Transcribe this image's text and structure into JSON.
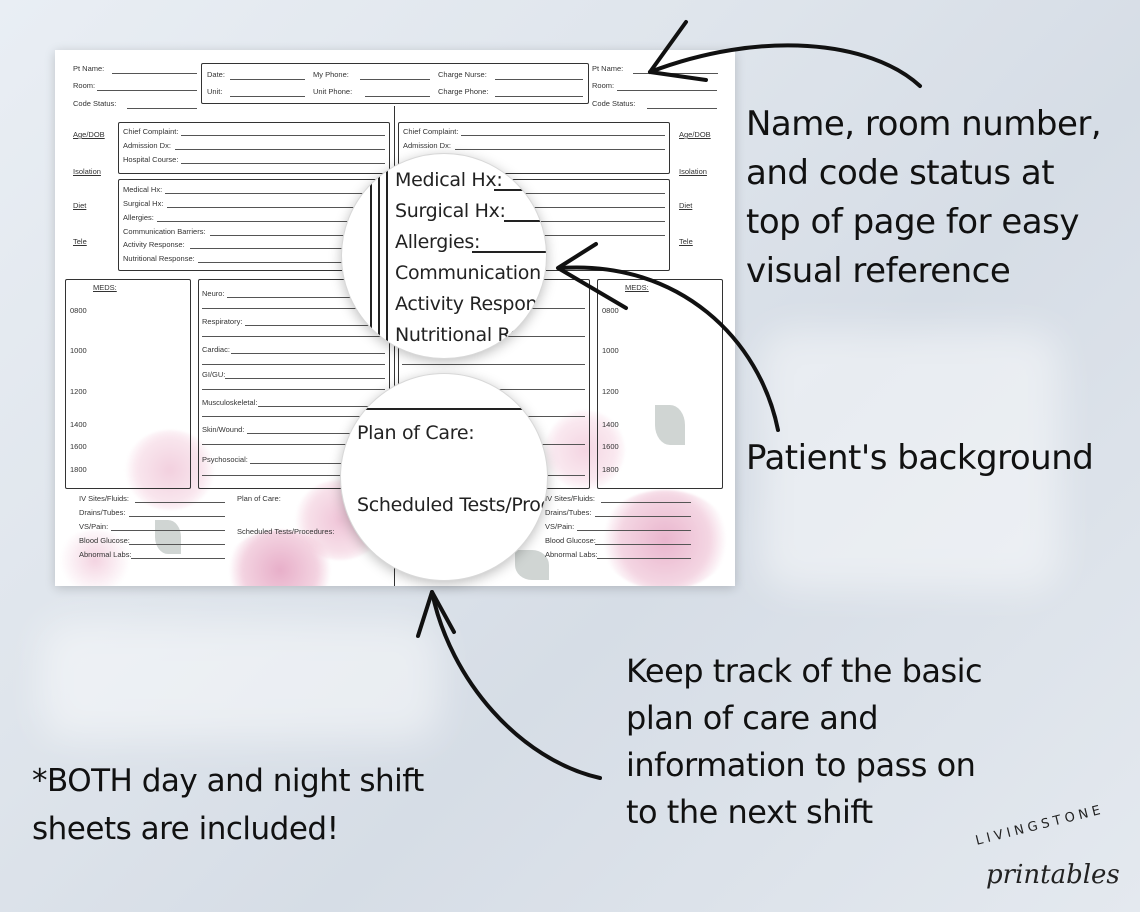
{
  "sheet": {
    "left_header": {
      "pt_name": "Pt Name:",
      "room": "Room:",
      "code_status": "Code Status:"
    },
    "right_header": {
      "pt_name": "Pt Name:",
      "room": "Room:",
      "code_status": "Code Status:"
    },
    "center_header": {
      "date": "Date:",
      "my_phone": "My Phone:",
      "charge_nurse": "Charge Nurse:",
      "unit": "Unit:",
      "unit_phone": "Unit Phone:",
      "charge_phone": "Charge Phone:"
    },
    "side_labels": {
      "age_dob": "Age/DOB",
      "isolation": "Isolation",
      "diet": "Diet",
      "tele": "Tele"
    },
    "complaint_fields": [
      "Chief Complaint:",
      "Admission Dx:",
      "Hospital Course:"
    ],
    "history_fields": [
      "Medical Hx:",
      "Surgical Hx:",
      "Allergies:",
      "Communication Barriers:",
      "Activity Response:",
      "Nutritional Response:"
    ],
    "meds": {
      "title": "MEDS:",
      "times": [
        "0800",
        "1000",
        "1200",
        "1400",
        "1600",
        "1800"
      ]
    },
    "meds_right": {
      "title": "MEDS:",
      "times": [
        "0800",
        "1000",
        "1200",
        "1400",
        "1600",
        "1800"
      ]
    },
    "systems": [
      "Neuro:",
      "Respiratory:",
      "Cardiac:",
      "GI/GU:",
      "Musculoskeletal:",
      "Skin/Wound:",
      "Psychosocial:"
    ],
    "bottom_fields": [
      "IV Sites/Fluids:",
      "Drains/Tubes:",
      "VS/Pain:",
      "Blood Glucose:",
      "Abnormal Labs:"
    ],
    "plan_of_care": "Plan of Care:",
    "scheduled_tests": "Scheduled Tests/Procedures:"
  },
  "magnifier_top": {
    "lines": [
      "Medical Hx:",
      "Surgical Hx:",
      "Allergies:",
      "Communication Bar",
      "Activity Response",
      "Nutritional Res"
    ]
  },
  "magnifier_bottom": {
    "plan": "Plan of Care:",
    "tests": "Scheduled Tests/Proc"
  },
  "annotations": {
    "top": [
      "Name, room number,",
      "and code status at",
      "top of page for easy",
      "visual reference"
    ],
    "middle": "Patient's background",
    "bottom": [
      "Keep track of the basic",
      "plan of care and",
      "information to pass on",
      "to the next shift"
    ],
    "footnote": [
      "*BOTH day and night shift",
      "sheets are included!"
    ]
  },
  "logo": {
    "top": "LIVINGSTONE",
    "bottom": "printables"
  },
  "colors": {
    "ink": "#111111",
    "sheet": "#ffffff",
    "flower_pink": "#e7a3c0",
    "background": "#dfe5ec"
  }
}
